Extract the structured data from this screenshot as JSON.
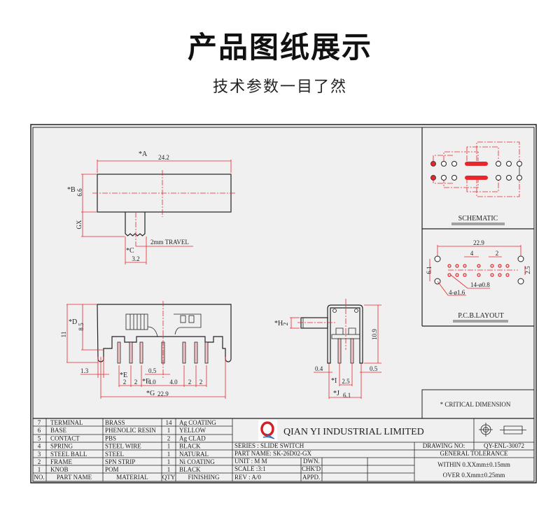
{
  "header": {
    "title": "产品图纸展示",
    "subtitle": "技术参数一目了然"
  },
  "colors": {
    "dimension": "#e8262b",
    "outline": "#222222",
    "sheet": "#f0f0f0"
  },
  "top_view": {
    "a_label": "*A",
    "a_value": "24.2",
    "b_label": "*B",
    "b_value": "6.6",
    "gx_label": "GX",
    "travel": "2mm  TRAVEL",
    "c_label": "*C",
    "c_value": "3.2"
  },
  "front_view": {
    "d_label": "*D",
    "d_value": "8.5",
    "height": "11",
    "leg": "1.3",
    "e_label": "*E",
    "f_label": "*F",
    "pin_width": "0.5",
    "pitch_2": "2",
    "pitch_4": "4.0",
    "g_label": "*G",
    "g_value": "22.9"
  },
  "side_view": {
    "h_label": "*H",
    "h_value": "2",
    "height": "10.9",
    "left_t": "0.4",
    "right_t": "0.5",
    "i_label": "*I",
    "i_value": "2.5",
    "j_label": "*J",
    "j_value": "6.1"
  },
  "schematic": {
    "label": "SCHEMATIC"
  },
  "pcb": {
    "label": "P.C.B.LAYOUT",
    "width": "22.9",
    "pitch4": "4",
    "pitch2": "2",
    "height": "6.1",
    "row": "2.5",
    "small_holes": "14-ø0.8",
    "big_holes": "4-ø1.6"
  },
  "critical": "* CRITICAL  DIMENSION",
  "bom": {
    "headers": [
      "NO.",
      "PART NAME",
      "MATERIAL",
      "QTY",
      "FINISHING"
    ],
    "rows": [
      [
        "7",
        "TERMINAL",
        "BRASS",
        "14",
        "Ag COATING"
      ],
      [
        "6",
        "BASE",
        "PHENOLIC RESIN",
        "1",
        "YELLOW"
      ],
      [
        "5",
        "CONTACT",
        "PBS",
        "2",
        "Ag CLAD"
      ],
      [
        "4",
        "SPRING",
        "STEEL WIRE",
        "1",
        "BLACK"
      ],
      [
        "3",
        "STEEL BALL",
        "STEEL",
        "1",
        "NATURAL"
      ],
      [
        "2",
        "FRAME",
        "SPN STRIP",
        "1",
        "Ni COATING"
      ],
      [
        "1",
        "KNOB",
        "POM",
        "1",
        "BLACK"
      ]
    ]
  },
  "title_block": {
    "company": "QIAN  YI  INDUSTRIAL  LIMITED",
    "series": "SERIES : SLIDE SWITCH",
    "part_name": "PART NAME: SK-26D02-GX",
    "unit": "UNIT   : M M",
    "scale": "SCALE :3:1",
    "rev": "REV    : A/0",
    "dwn": "DWN.",
    "chkd": "CHK'D",
    "appd": "APPD.",
    "drawing_no_label": "DRAWING NO:",
    "drawing_no": "QY-ENL-30072",
    "tolerance_title": "GENERAL TOLERANCE",
    "tol_within": "WITHIN 0.XXmm±0.15mm",
    "tol_over": "OVER   0.Xmm±0.25mm"
  }
}
